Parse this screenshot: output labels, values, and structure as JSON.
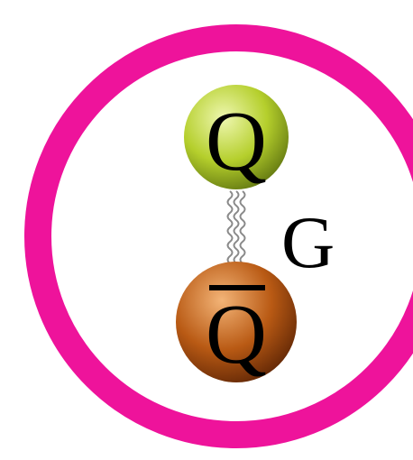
{
  "diagram": {
    "quark": {
      "label": "Q",
      "color": "#b5cf2c",
      "highlight": "#eef7b0",
      "shadow": "#5f7410"
    },
    "antiquark": {
      "label": "Q",
      "bar": true,
      "color": "#b95a14",
      "highlight": "#f3b477",
      "shadow": "#5e2505"
    },
    "gluon": {
      "label": "G",
      "strands": 3,
      "color": "#8a8a8a"
    },
    "ring": {
      "color": "#ee139b"
    }
  }
}
